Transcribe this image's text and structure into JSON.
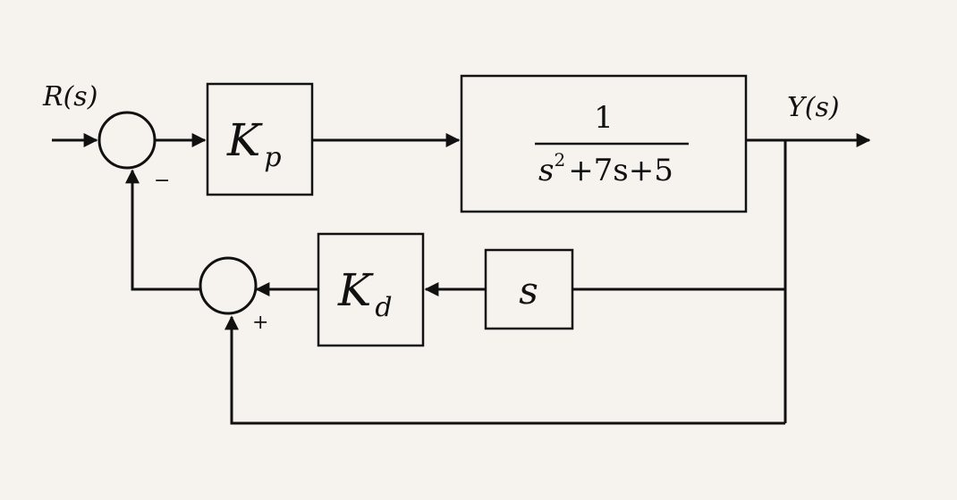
{
  "diagram": {
    "input_label": "R(s)",
    "output_label": "Y(s)",
    "summer1_sign": "−",
    "summer2_sign": "+",
    "kp": {
      "symbol": "K",
      "subscript": "p"
    },
    "plant": {
      "numerator": "1",
      "denominator_s": "s",
      "denominator_exp": "2",
      "denominator_rest": "+7s+5"
    },
    "kd": {
      "symbol": "K",
      "subscript": "d"
    },
    "derivative": {
      "label": "s"
    }
  }
}
